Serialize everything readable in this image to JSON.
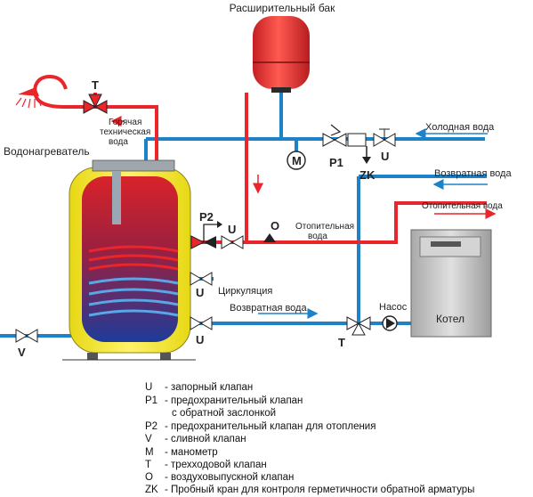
{
  "labels": {
    "expansion_tank": "Расширительный бак",
    "water_heater": "Водонагреватель",
    "hot_water": [
      "Горячая",
      "техническая",
      "вода"
    ],
    "cold_water": "Холодная вода",
    "return_water_top": "Возвратная вода",
    "heating_water_right": "Отопительная вода",
    "heating_water_mid": [
      "Отопительная",
      "вода"
    ],
    "return_water_bottom": "Возвратная вода",
    "circulation": "Циркуляция",
    "pump": "Насос",
    "boiler": "Котел"
  },
  "marks": {
    "t_top": "T",
    "t_bottom": "T",
    "p1": "P1",
    "p2": "P2",
    "zk": "ZK",
    "u_cold": "U",
    "u_p2": "U",
    "u_circ": "U",
    "u_return": "U",
    "m": "M",
    "o": "O",
    "v": "V"
  },
  "legend": [
    {
      "code": "U",
      "text": "- запорный клапан"
    },
    {
      "code": "P1",
      "text": "- предохранительный клапан"
    },
    {
      "code": "",
      "text": "с обратной заслонкой"
    },
    {
      "code": "P2",
      "text": "- предохранительный клапан для отопления"
    },
    {
      "code": "V",
      "text": "- сливной клапан"
    },
    {
      "code": "M",
      "text": "- манометр"
    },
    {
      "code": "T",
      "text": "- трехходовой клапан"
    },
    {
      "code": "O",
      "text": "- воздуховыпускной клапан"
    },
    {
      "code": "ZK",
      "text": "- Пробный кран для контроля герметичности обратной арматуры"
    }
  ],
  "colors": {
    "hot": "#e8262c",
    "cold": "#1e82c8",
    "tank_outer": "#f5e61e",
    "tank_inner": "#2a3f9e",
    "boiler": "#c8c8c8"
  }
}
